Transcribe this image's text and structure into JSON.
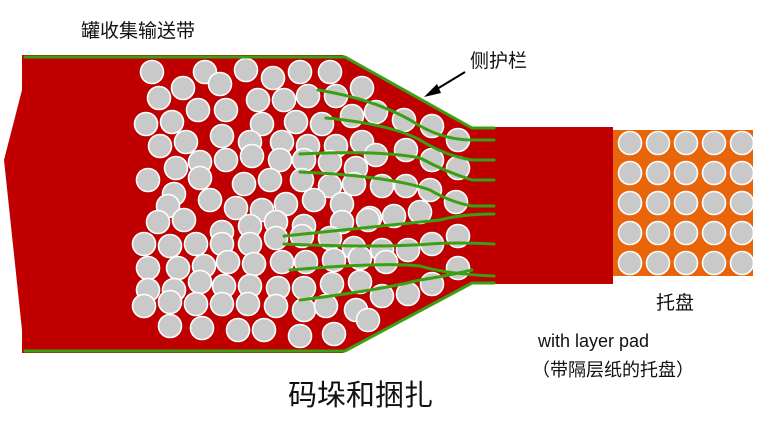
{
  "labels": {
    "conveyor": "罐收集输送带",
    "side_guard": "侧护栏",
    "pallet": "托盘",
    "layer_pad": "with layer pad",
    "layer_pad_cn": "（带隔层纸的托盘）",
    "stacking": "码垛和捆扎"
  },
  "colors": {
    "belt": "#c00000",
    "guard_rail": "#3aa012",
    "can": "#c9c9c9",
    "can_stroke": "#ffffff",
    "pallet": "#e8650a"
  }
}
